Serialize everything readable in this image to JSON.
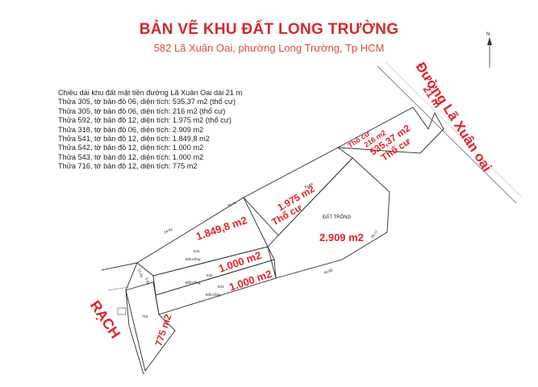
{
  "header": {
    "title": "BẢN VẼ KHU ĐẤT LONG TRƯỜNG",
    "subtitle": "582 Lã Xuân Oai, phường Long Trường, Tp HCM"
  },
  "notes": [
    "Chiều dài khu đất mặt tiền đường Lã Xuân Oai dài 21 m",
    "Thửa 305, tờ bản đồ 06, diện tích: 535,37 m2 (thổ cư)",
    "Thửa 305, tờ bản đồ 06, diện tích: 216 m2 (thổ cư)",
    "Thửa 592, tờ bản đồ 12, diện tích: 1.975 m2 (thổ cư)",
    "Thửa 318, tờ bản đồ 06, diện tích: 2.909 m2",
    "Thửa 541, tờ bản đồ 12, diện tích: 1.849,8 m2",
    "Thửa 542, tờ bản đồ 12, diện tích: 1.000 m2",
    "Thửa 543, tờ bản đồ 12, diện tích: 1.000 m2",
    "Thửa 716, tờ bản đồ 12, diện tích: 775 m2"
  ],
  "map": {
    "road_label": "Đường Lã Xuân oai",
    "frontage_label": "21 m",
    "canal_label": "RẠCH",
    "north_marker": "N",
    "lots": {
      "l305": {
        "area": "535,37 m2",
        "subarea": "216 m2",
        "type": "Thổ cư"
      },
      "l592": {
        "area": "1.975 m2",
        "type": "Thổ cư"
      },
      "l318": {
        "area": "2.909 m2",
        "caption": "ĐẤT TRỐNG"
      },
      "l541": {
        "area": "1.849,8 m2",
        "number": "541",
        "note": "Đất trống"
      },
      "l542": {
        "area": "1.000 m2",
        "number": "542",
        "note": "Đất trống"
      },
      "l543": {
        "area": "1.000 m2",
        "number": "543",
        "note": "Đất trống"
      },
      "l716": {
        "area": "775 m2",
        "number": "716"
      }
    },
    "dimensions": [
      "24.91",
      "20.41",
      "29.60",
      "29.17",
      "46.88",
      "11.43",
      "5.84"
    ]
  },
  "colors": {
    "title_red": "#d4282d",
    "label_red": "#e02228",
    "hatch": "#555555"
  }
}
